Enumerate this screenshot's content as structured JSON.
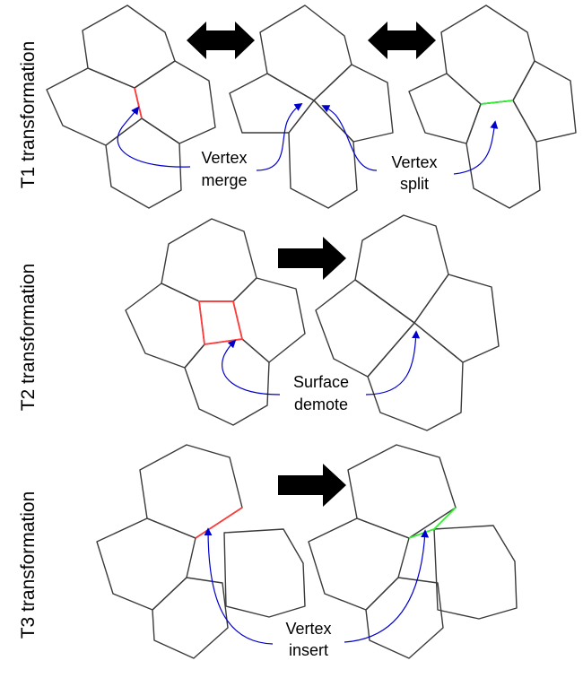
{
  "rows": [
    {
      "label": "T1 transformation",
      "notes": [
        [
          "Vertex",
          "merge"
        ],
        [
          "Vertex",
          "split"
        ]
      ]
    },
    {
      "label": "T2 transformation",
      "notes": [
        [
          "Surface",
          "demote"
        ]
      ]
    },
    {
      "label": "T3 transformation",
      "notes": [
        [
          "Vertex",
          "insert"
        ]
      ]
    }
  ],
  "colors": {
    "cell_edge": "#3a3a3a",
    "removed_edge": "#ff3b3b",
    "new_edge": "#33ee33",
    "annotation": "#0000cc",
    "arrow": "#000000"
  },
  "icons": {
    "double_arrow": "double-headed-arrow-icon",
    "forward_arrow": "right-arrow-icon"
  }
}
